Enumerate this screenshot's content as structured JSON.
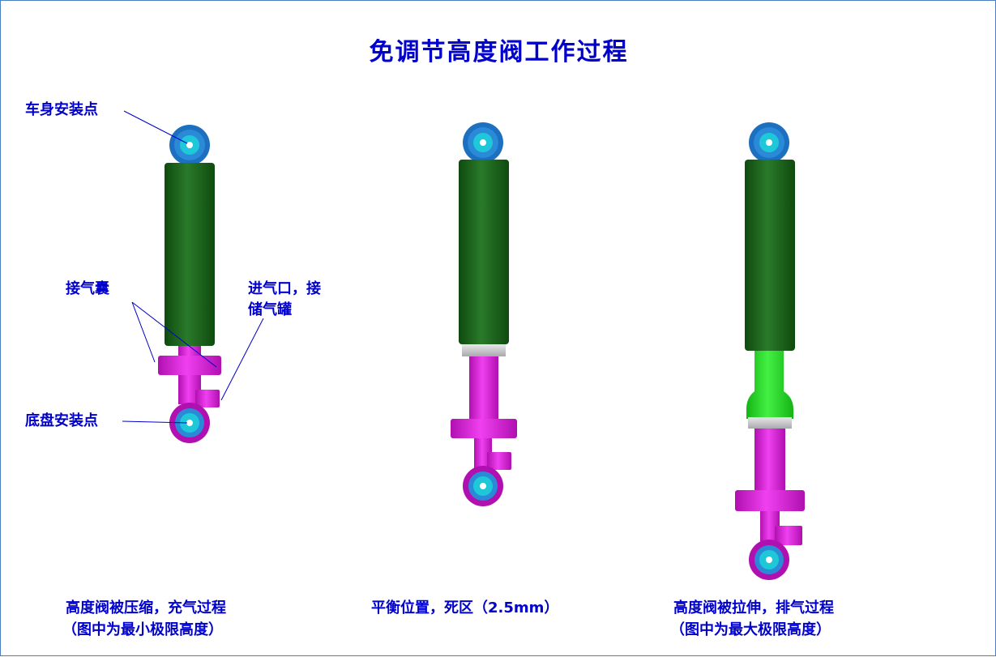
{
  "title": "免调节高度阀工作过程",
  "labels": {
    "body_mount": "车身安装点",
    "air_bag": "接气囊",
    "inlet_line1": "进气口，接",
    "inlet_line2": "储气罐",
    "chassis_mount": "底盘安装点"
  },
  "captions": {
    "compressed_line1": "高度阀被压缩，充气过程",
    "compressed_line2": "（图中为最小极限高度）",
    "balanced": "平衡位置，死区（2.5mm）",
    "stretched_line1": "高度阀被拉伸，排气过程",
    "stretched_line2": "（图中为最大极限高度）"
  },
  "colors": {
    "text": "#0000cc",
    "body_tube": "#1f6b1f",
    "valve_body": "#e21ee2",
    "eye_outer": "#2a8ad8",
    "eye_inner": "#1ec8d8",
    "extension": "#22dd22",
    "seal": "#c8c8cc",
    "frame": "#4a7fc1"
  }
}
